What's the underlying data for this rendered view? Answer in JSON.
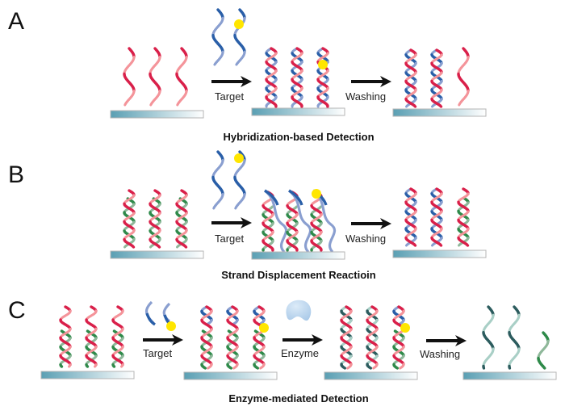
{
  "figure": {
    "colors": {
      "probe_dark": "#d9204a",
      "probe_light": "#f4949a",
      "target_dark": "#2a5fa8",
      "target_light": "#8a9fd0",
      "blocker_dark": "#2f8a4a",
      "blocker_light": "#8fb89a",
      "remnant_dark": "#2c5c5e",
      "remnant_light": "#a9cfc6",
      "label_dot": "#ffe600",
      "enzyme": "#a9c9e8",
      "surface_start": "#5a9fb3",
      "surface_end": "#ffffff",
      "arrow": "#111111"
    },
    "panels": [
      {
        "id": "A",
        "letter": "A",
        "caption": "Hybridization-based Detection",
        "steps": [
          {
            "label": "Target"
          },
          {
            "label": "Washing"
          }
        ]
      },
      {
        "id": "B",
        "letter": "B",
        "caption": "Strand Displacement Reactioin",
        "steps": [
          {
            "label": "Target"
          },
          {
            "label": "Washing"
          }
        ]
      },
      {
        "id": "C",
        "letter": "C",
        "caption": "Enzyme-mediated Detection",
        "steps": [
          {
            "label": "Target"
          },
          {
            "label": "Enzyme"
          },
          {
            "label": "Washing"
          }
        ]
      }
    ]
  }
}
